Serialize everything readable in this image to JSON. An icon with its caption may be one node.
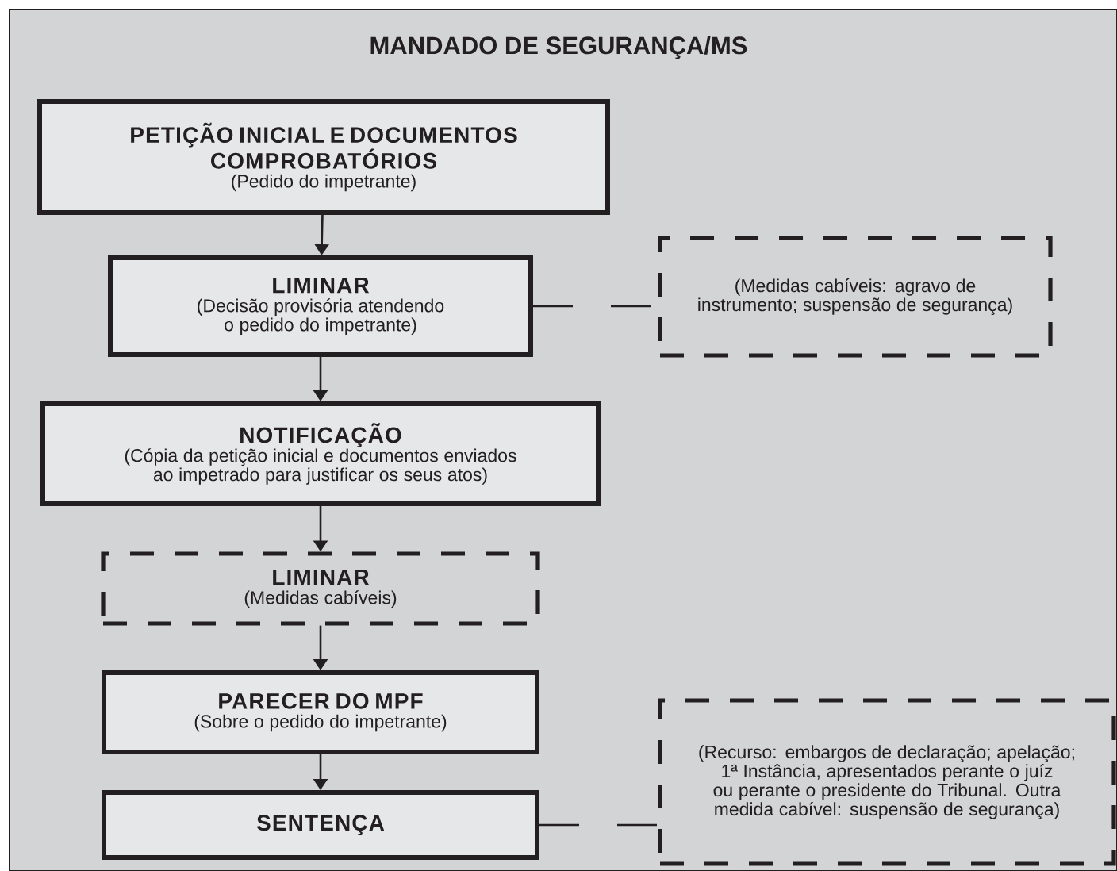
{
  "diagram": {
    "title": "MANDADO DE SEGURANÇA/MS",
    "nodes": [
      {
        "text": [
          "PETIÇÃO INICIAL E DOCUMENTOS COMPROBATÓRIOS",
          "(Pedido do impetrante)"
        ]
      },
      {
        "text": [
          "LIMINAR",
          "(Decisão provisória atendendo o pedido do impetrante)"
        ]
      },
      {
        "text": [
          "(Medidas cabíveis: agravo de instrumento; suspensão de segurança)"
        ]
      },
      {
        "text": [
          "NOTIFICAÇÃO",
          "(Cópia da petição inicial e documentos enviados ao impetrado para justificar os seus atos)"
        ]
      },
      {
        "text": [
          "LIMINAR",
          "(Medidas cabíveis)"
        ]
      },
      {
        "text": [
          "PARECER DO MPF",
          "(Sobre o pedido do impetrante)"
        ]
      },
      {
        "text": [
          "SENTENÇA"
        ]
      },
      {
        "text": [
          "(Recurso: embargos de declaração; apelação; 1ª Instância, apresentados perante o juíz ou perante o presidente do Tribunal. Outra medida cabível: suspensão de segurança)"
        ]
      }
    ],
    "edges": [
      {
        "from": 0,
        "to": 1,
        "arrow": "to"
      },
      {
        "from": 1,
        "to": 2,
        "arrow": "none",
        "style": "dashed"
      },
      {
        "from": 1,
        "to": 3,
        "arrow": "to"
      },
      {
        "from": 3,
        "to": 4,
        "arrow": "to"
      },
      {
        "from": 4,
        "to": 5,
        "arrow": "to"
      },
      {
        "from": 5,
        "to": 6,
        "arrow": "to"
      },
      {
        "from": 6,
        "to": 7,
        "arrow": "none",
        "style": "dashed"
      }
    ]
  }
}
